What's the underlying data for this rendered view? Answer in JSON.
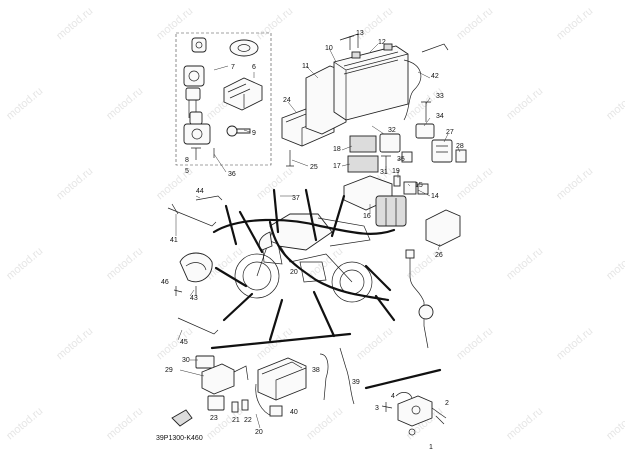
{
  "watermark_text": "motod.ru",
  "figure_code": "39P1300-K460",
  "callouts": [
    {
      "id": "c1",
      "label": "1"
    },
    {
      "id": "c2",
      "label": "2"
    },
    {
      "id": "c3",
      "label": "3"
    },
    {
      "id": "c4",
      "label": "4"
    },
    {
      "id": "c5",
      "label": "5"
    },
    {
      "id": "c6",
      "label": "6"
    },
    {
      "id": "c7",
      "label": "7"
    },
    {
      "id": "c8",
      "label": "8"
    },
    {
      "id": "c9",
      "label": "9"
    },
    {
      "id": "c10",
      "label": "10"
    },
    {
      "id": "c11",
      "label": "11"
    },
    {
      "id": "c12",
      "label": "12"
    },
    {
      "id": "c13",
      "label": "13"
    },
    {
      "id": "c14",
      "label": "14"
    },
    {
      "id": "c15",
      "label": "15"
    },
    {
      "id": "c16",
      "label": "16"
    },
    {
      "id": "c17",
      "label": "17"
    },
    {
      "id": "c18",
      "label": "18"
    },
    {
      "id": "c19",
      "label": "19"
    },
    {
      "id": "c20a",
      "label": "20"
    },
    {
      "id": "c20b",
      "label": "20"
    },
    {
      "id": "c21",
      "label": "21"
    },
    {
      "id": "c22",
      "label": "22"
    },
    {
      "id": "c23",
      "label": "23"
    },
    {
      "id": "c24",
      "label": "24"
    },
    {
      "id": "c25",
      "label": "25"
    },
    {
      "id": "c26",
      "label": "26"
    },
    {
      "id": "c27",
      "label": "27"
    },
    {
      "id": "c28",
      "label": "28"
    },
    {
      "id": "c29",
      "label": "29"
    },
    {
      "id": "c30",
      "label": "30"
    },
    {
      "id": "c31",
      "label": "31"
    },
    {
      "id": "c32",
      "label": "32"
    },
    {
      "id": "c33",
      "label": "33"
    },
    {
      "id": "c34",
      "label": "34"
    },
    {
      "id": "c35",
      "label": "35"
    },
    {
      "id": "c36",
      "label": "36"
    },
    {
      "id": "c37",
      "label": "37"
    },
    {
      "id": "c38",
      "label": "38"
    },
    {
      "id": "c39",
      "label": "39"
    },
    {
      "id": "c40",
      "label": "40"
    },
    {
      "id": "c41",
      "label": "41"
    },
    {
      "id": "c42",
      "label": "42"
    },
    {
      "id": "c43",
      "label": "43"
    },
    {
      "id": "c44",
      "label": "44"
    },
    {
      "id": "c45",
      "label": "45"
    },
    {
      "id": "c46",
      "label": "46"
    }
  ],
  "colors": {
    "ink": "#111111",
    "watermark": "#e6e6e6",
    "background": "#ffffff"
  }
}
